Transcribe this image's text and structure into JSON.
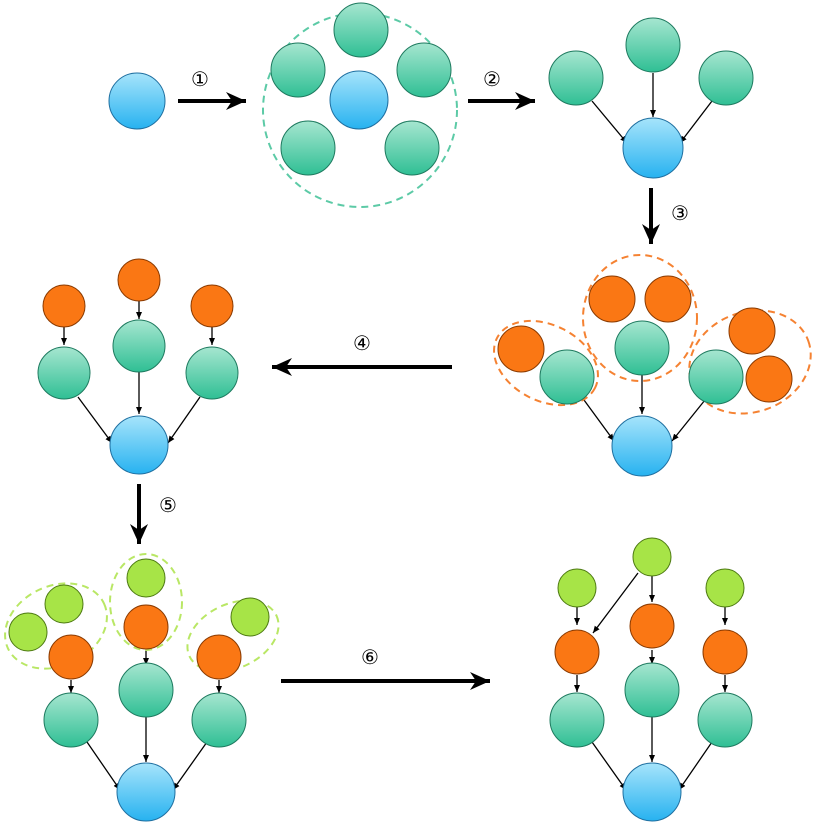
{
  "diagram": {
    "step_labels": [
      "①",
      "②",
      "③",
      "④",
      "⑤",
      "⑥"
    ]
  },
  "colors": {
    "blue_top": "#a6e4fb",
    "blue_bottom": "#27b2f0",
    "teal_top": "#a6e6d0",
    "teal_bottom": "#2fbf94",
    "orange": "#fa7714",
    "lime": "#a7e447",
    "teal_dashed": "#5ccaa6",
    "orange_dashed": "#f58232",
    "lime_dashed": "#b9e765",
    "arrow": "#000000"
  }
}
